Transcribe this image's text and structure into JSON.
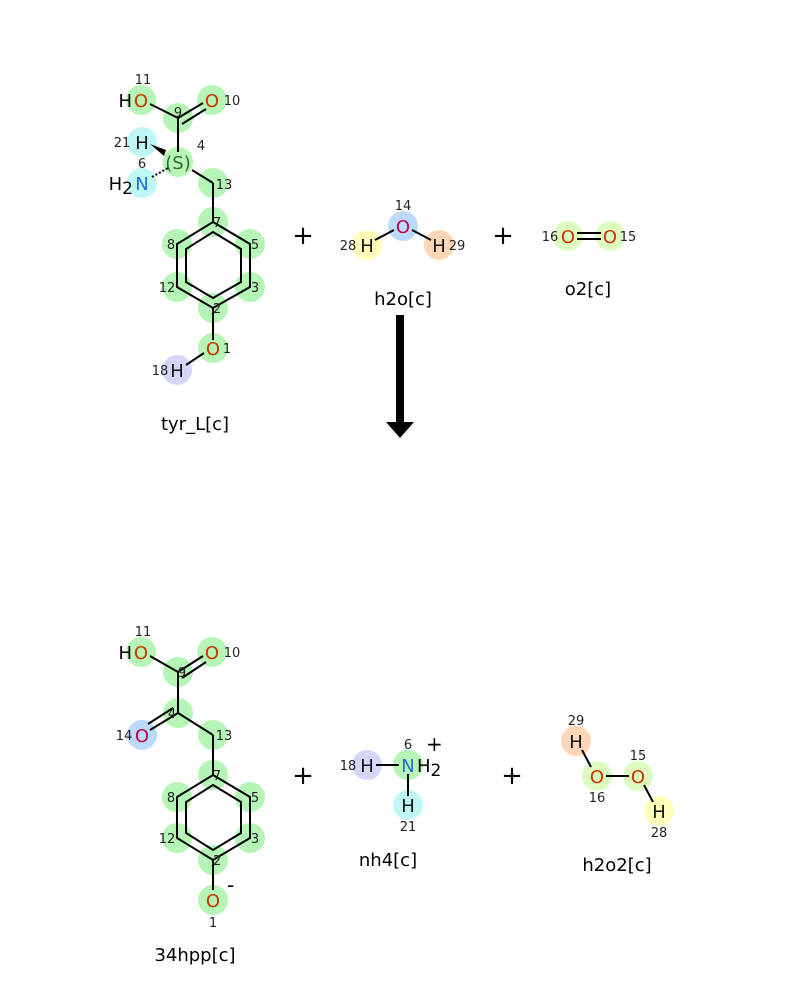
{
  "colors": {
    "O": "#cc3300",
    "N": "#1e6fd9",
    "C": "#2f6b2f",
    "H": "#111111",
    "red_o": "#c0004a"
  },
  "highlights": {
    "green": "#b5f5b5",
    "cyan": "#bff7f7",
    "lavender": "#d6d6fb",
    "orange": "#ffd7b8",
    "yellow": "#ffffbb",
    "blue": "#bcdaf9",
    "lime": "#dcfcc0"
  },
  "reaction": {
    "reactants": [
      {
        "name": "tyr_L[c]",
        "atoms": [
          {
            "num": "11",
            "label": "O",
            "prefix": "H",
            "el": "O",
            "hl": "green"
          },
          {
            "num": "10",
            "label": "O",
            "el": "O",
            "hl": "green"
          },
          {
            "num": "9",
            "label": "",
            "el": "C",
            "hl": "green"
          },
          {
            "num": "21",
            "label": "H",
            "el": "H",
            "hl": "cyan"
          },
          {
            "num": "4",
            "label": "(S)",
            "el": "C",
            "hl": "green"
          },
          {
            "num": "6",
            "label": "N",
            "prefix": "H2",
            "el": "N",
            "hl": "cyan"
          },
          {
            "num": "13",
            "label": "",
            "el": "C",
            "hl": "green"
          },
          {
            "num": "7",
            "label": "",
            "el": "C",
            "hl": "green"
          },
          {
            "num": "5",
            "label": "",
            "el": "C",
            "hl": "green"
          },
          {
            "num": "3",
            "label": "",
            "el": "C",
            "hl": "green"
          },
          {
            "num": "2",
            "label": "",
            "el": "C",
            "hl": "green"
          },
          {
            "num": "12",
            "label": "",
            "el": "C",
            "hl": "green"
          },
          {
            "num": "8",
            "label": "",
            "el": "C",
            "hl": "green"
          },
          {
            "num": "1",
            "label": "O",
            "el": "O",
            "hl": "green"
          },
          {
            "num": "18",
            "label": "H",
            "el": "H",
            "hl": "lavender"
          }
        ]
      },
      {
        "name": "h2o[c]",
        "atoms": [
          {
            "num": "14",
            "label": "O",
            "el": "red_o",
            "hl": "blue"
          },
          {
            "num": "28",
            "label": "H",
            "el": "H",
            "hl": "yellow"
          },
          {
            "num": "29",
            "label": "H",
            "el": "H",
            "hl": "orange"
          }
        ]
      },
      {
        "name": "o2[c]",
        "atoms": [
          {
            "num": "16",
            "label": "O",
            "el": "O",
            "hl": "lime"
          },
          {
            "num": "15",
            "label": "O",
            "el": "O",
            "hl": "lime"
          }
        ]
      }
    ],
    "products": [
      {
        "name": "34hpp[c]",
        "atoms": [
          {
            "num": "11",
            "label": "O",
            "prefix": "H",
            "el": "O",
            "hl": "green"
          },
          {
            "num": "10",
            "label": "O",
            "el": "O",
            "hl": "green"
          },
          {
            "num": "9",
            "label": "",
            "el": "C",
            "hl": "green"
          },
          {
            "num": "4",
            "label": "",
            "el": "C",
            "hl": "green"
          },
          {
            "num": "14",
            "label": "O",
            "el": "red_o",
            "hl": "blue"
          },
          {
            "num": "13",
            "label": "",
            "el": "C",
            "hl": "green"
          },
          {
            "num": "7",
            "label": "",
            "el": "C",
            "hl": "green"
          },
          {
            "num": "5",
            "label": "",
            "el": "C",
            "hl": "green"
          },
          {
            "num": "3",
            "label": "",
            "el": "C",
            "hl": "green"
          },
          {
            "num": "2",
            "label": "",
            "el": "C",
            "hl": "green"
          },
          {
            "num": "12",
            "label": "",
            "el": "C",
            "hl": "green"
          },
          {
            "num": "8",
            "label": "",
            "el": "C",
            "hl": "green"
          },
          {
            "num": "1",
            "label": "O",
            "el": "O",
            "hl": "green",
            "charge": "-"
          }
        ]
      },
      {
        "name": "nh4[c]",
        "atoms": [
          {
            "num": "18",
            "label": "H",
            "el": "H",
            "hl": "lavender"
          },
          {
            "num": "6",
            "label": "N",
            "suffix": "H2",
            "el": "N",
            "hl": "green",
            "charge": "+"
          },
          {
            "num": "21",
            "label": "H",
            "el": "H",
            "hl": "cyan"
          }
        ]
      },
      {
        "name": "h2o2[c]",
        "atoms": [
          {
            "num": "29",
            "label": "H",
            "el": "H",
            "hl": "orange"
          },
          {
            "num": "16",
            "label": "O",
            "el": "O",
            "hl": "lime"
          },
          {
            "num": "15",
            "label": "O",
            "el": "O",
            "hl": "lime"
          },
          {
            "num": "28",
            "label": "H",
            "el": "H",
            "hl": "yellow"
          }
        ]
      }
    ],
    "operator": "+"
  }
}
